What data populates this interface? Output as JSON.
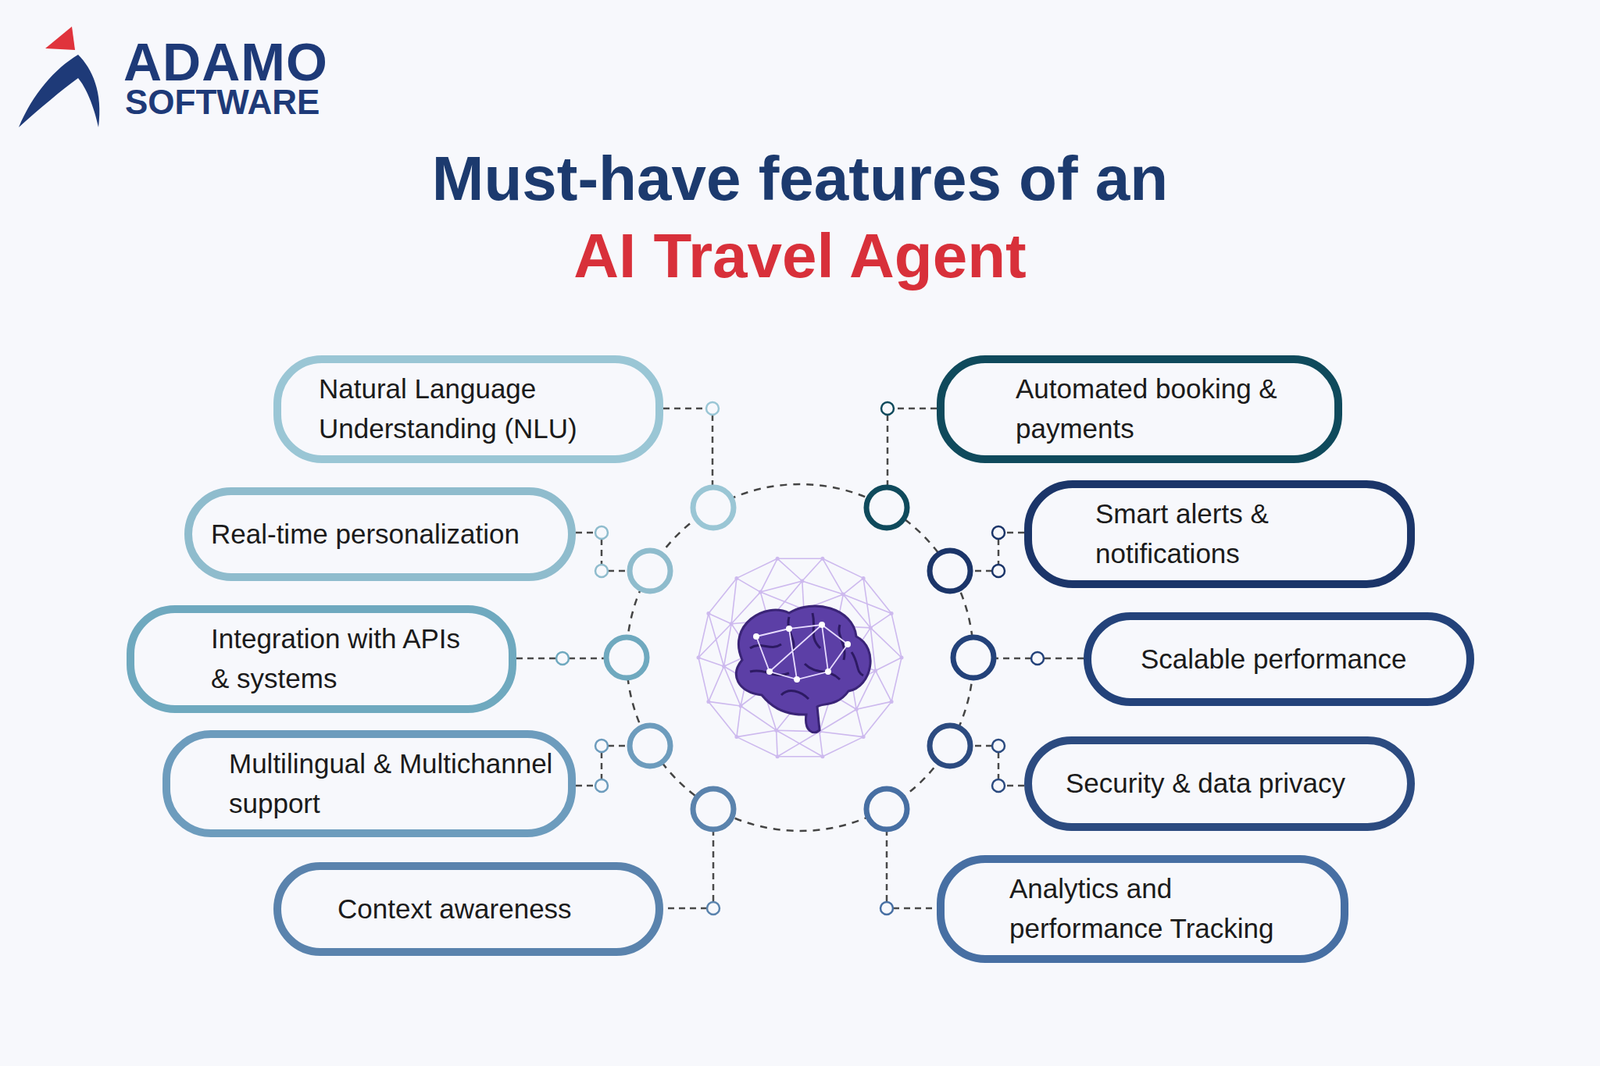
{
  "diagram": {
    "title": "Must-have features of an",
    "nodes": [
      {
        "text": [
          "Natural Language Understanding (NLU)"
        ]
      },
      {
        "text": [
          "Automated booking & payments"
        ]
      },
      {
        "text": [
          "Real-time personalization"
        ]
      },
      {
        "text": [
          "Smart alerts & notifications"
        ]
      },
      {
        "text": [
          "Integration with APIs & systems"
        ]
      },
      {
        "text": [
          "Scalable performance"
        ]
      },
      {
        "text": [
          "Multilingual & Multichannel support"
        ]
      },
      {
        "text": [
          "Security & data privacy"
        ]
      },
      {
        "text": [
          "Context awareness"
        ]
      },
      {
        "text": [
          "Analytics and performance Tracking"
        ]
      }
    ],
    "labels": [
      "ADAMO",
      "SOFTWARE",
      "AI Travel Agent"
    ]
  }
}
